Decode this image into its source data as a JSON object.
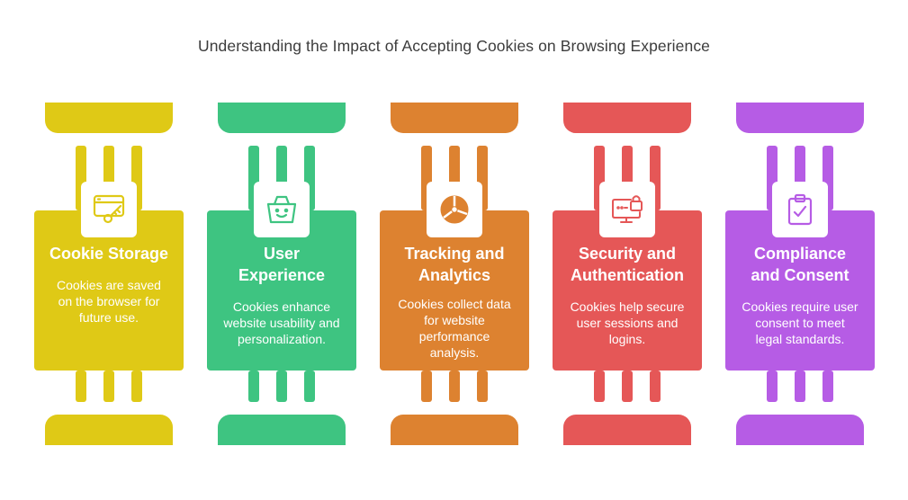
{
  "title": "Understanding the Impact of Accepting Cookies on Browsing Experience",
  "columns": [
    {
      "icon": "browser-key-icon",
      "color": "#dfc916",
      "heading": "Cookie Storage",
      "description": "Cookies are saved\non the browser for\nfuture use."
    },
    {
      "icon": "smiling-basket-icon",
      "color": "#3ec481",
      "heading": "User\nExperience",
      "description": "Cookies enhance\nwebsite usability and\npersonalization."
    },
    {
      "icon": "pie-chart-icon",
      "color": "#dd8230",
      "heading": "Tracking and\nAnalytics",
      "description": "Cookies collect data\nfor website\nperformance\nanalysis."
    },
    {
      "icon": "monitor-lock-icon",
      "color": "#e55757",
      "heading": "Security and\nAuthentication",
      "description": "Cookies help secure\nuser sessions and\nlogins."
    },
    {
      "icon": "clipboard-check-icon",
      "color": "#b65ce5",
      "heading": "Compliance\nand Consent",
      "description": "Cookies require user\nconsent to meet\nlegal standards."
    }
  ]
}
